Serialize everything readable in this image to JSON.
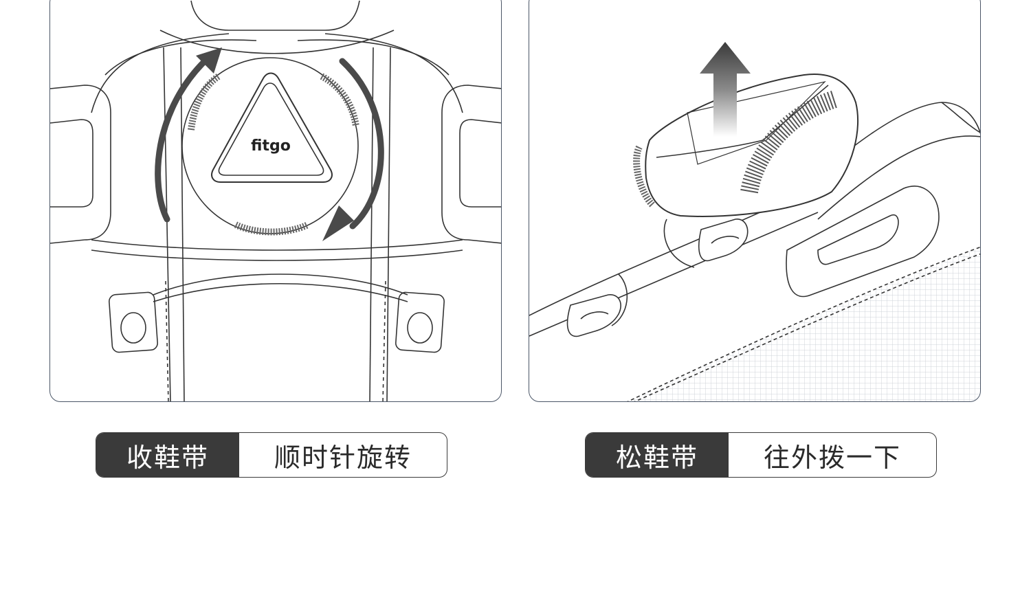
{
  "panels": {
    "left": {
      "logo_text": "fitgo",
      "caption": {
        "action": "收鞋带",
        "instruction": "顺时针旋转"
      }
    },
    "right": {
      "caption": {
        "action": "松鞋带",
        "instruction": "往外拨一下"
      }
    }
  },
  "colors": {
    "outline": "#4a5566",
    "caption_dark": "#3a3a3a",
    "arrow": "#4a4a4a"
  }
}
